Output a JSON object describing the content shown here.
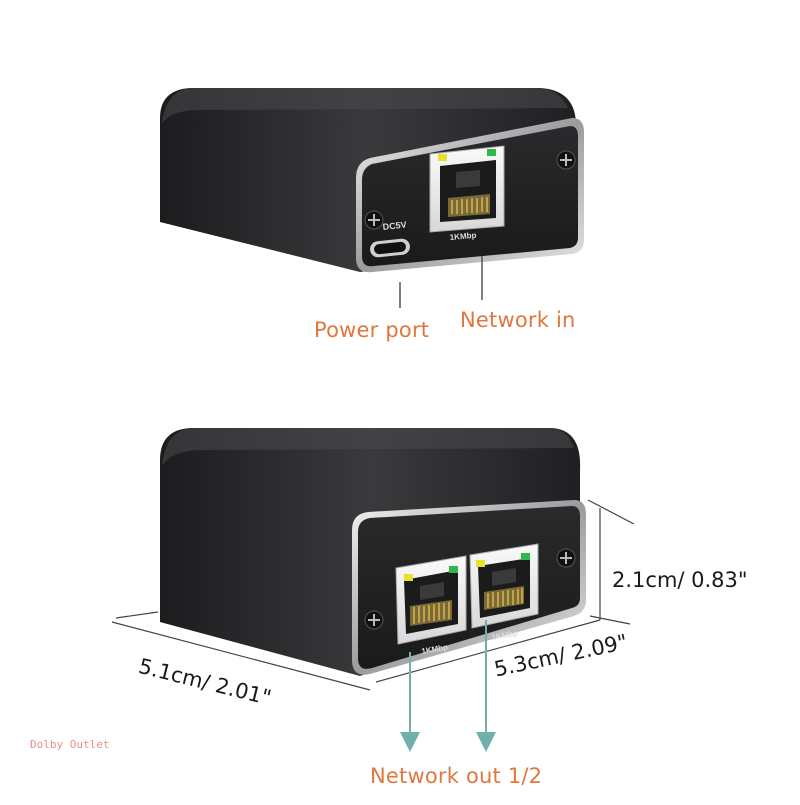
{
  "device_top": {
    "port_label_power": "DC5V",
    "port_label_network": "1KMbp",
    "callouts": {
      "power": "Power port",
      "network_in": "Network in"
    }
  },
  "device_bottom": {
    "port_labels": [
      "1KMbp",
      "1KMbp"
    ],
    "callout_out": "Network out 1/2",
    "dimensions": {
      "height": "2.1cm/ 0.83\"",
      "depth": "5.3cm/ 2.09\"",
      "width": "5.1cm/ 2.01\""
    }
  },
  "watermark": "Dolby Outlet",
  "colors": {
    "callout": "#e0773d",
    "arrow": "#6fb0a8",
    "led_green": "#2fb84e",
    "led_yellow": "#e6e12a",
    "body": "#2b2b2d",
    "bezel": "#c9c9cc"
  }
}
